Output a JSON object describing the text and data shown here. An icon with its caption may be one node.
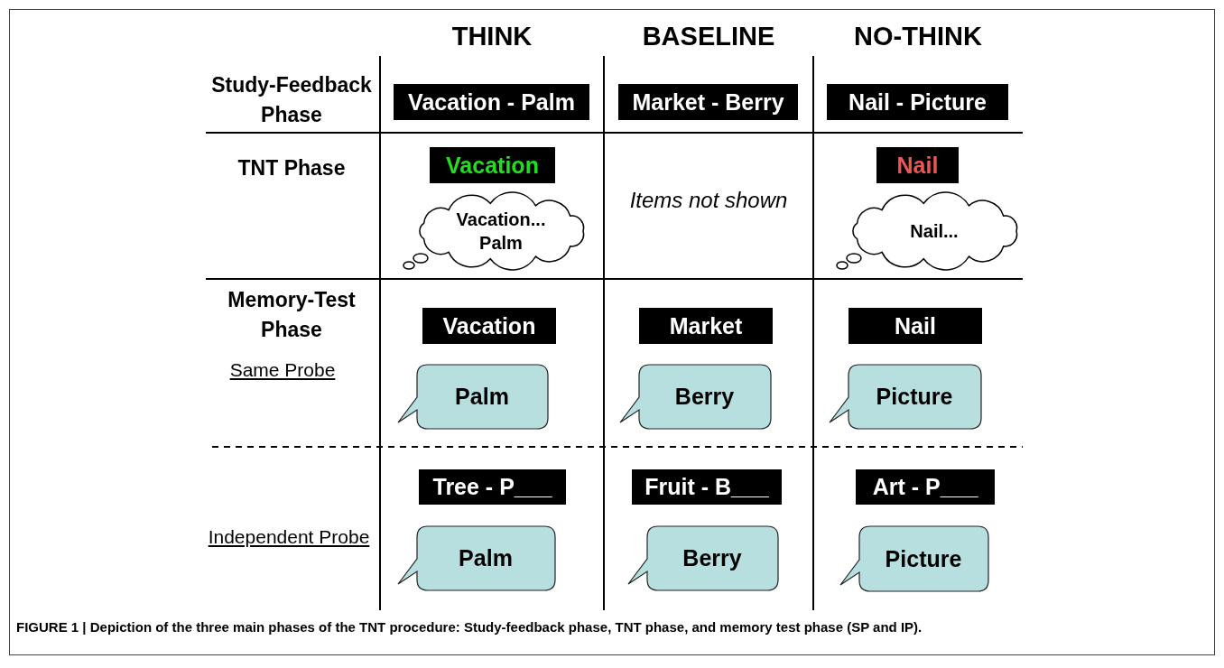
{
  "diagram": {
    "caption": "FIGURE 1 | Depiction of the three main phases of the TNT procedure: Study-feedback phase, TNT phase, and memory test phase (SP and IP).",
    "nodes": [
      {
        "text": [
          "Vacation - Palm"
        ]
      },
      {
        "text": [
          "Market - Berry"
        ]
      },
      {
        "text": [
          "Nail - Picture"
        ]
      },
      {
        "text": [
          "Vacation"
        ]
      },
      {
        "text": [
          "Vacation... Palm"
        ]
      },
      {
        "text": [
          "Nail"
        ]
      },
      {
        "text": [
          "Nail..."
        ]
      },
      {
        "text": [
          "Vacation"
        ]
      },
      {
        "text": [
          "Market"
        ]
      },
      {
        "text": [
          "Nail"
        ]
      },
      {
        "text": [
          "Palm"
        ]
      },
      {
        "text": [
          "Berry"
        ]
      },
      {
        "text": [
          "Picture"
        ]
      },
      {
        "text": [
          "Tree - P___"
        ]
      },
      {
        "text": [
          "Fruit - B___"
        ]
      },
      {
        "text": [
          "Art - P___"
        ]
      },
      {
        "text": [
          "Palm"
        ]
      },
      {
        "text": [
          "Berry"
        ]
      },
      {
        "text": [
          "Picture"
        ]
      }
    ],
    "labels": [
      "THINK",
      "BASELINE",
      "NO-THINK",
      "Study-Feedback Phase",
      "TNT Phase",
      "Items not shown",
      "Memory-Test Phase",
      "Same Probe",
      "Independent Probe"
    ]
  }
}
